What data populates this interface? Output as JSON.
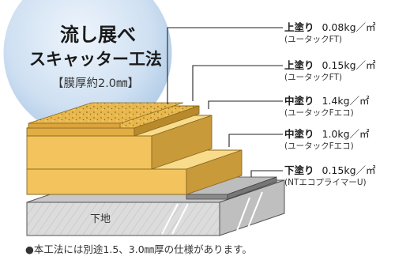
{
  "title_circle": {
    "line1": "流し展べ",
    "line2": "スキャッター工法",
    "line3": "【膜厚約2.0㎜】"
  },
  "layers": [
    {
      "name": "上塗り",
      "amount": "0.08kg／㎡",
      "material": "(ユータックFT)"
    },
    {
      "name": "上塗り",
      "amount": "0.15kg／㎡",
      "material": "(ユータックFT)"
    },
    {
      "name": "中塗り",
      "amount": "1.4kg／㎡",
      "material": "(ユータックFエコ)"
    },
    {
      "name": "中塗り",
      "amount": "1.0kg／㎡",
      "material": "(ユータックFエコ)"
    },
    {
      "name": "下塗り",
      "amount": "0.15kg／㎡",
      "material": "(NTエコプライマーU)"
    }
  ],
  "substrate_label": "下地",
  "footnote": "●本工法には別途1.5、3.0㎜厚の仕様があります。",
  "colors": {
    "circle_fill": "#c9dcf0",
    "layer_front": "#f3c45e",
    "layer_side": "#c99a3a",
    "layer_top": "#f8dc8c",
    "texture": "#dca845",
    "primer": "#8c8c8c",
    "concrete": "#d9d9d9"
  }
}
